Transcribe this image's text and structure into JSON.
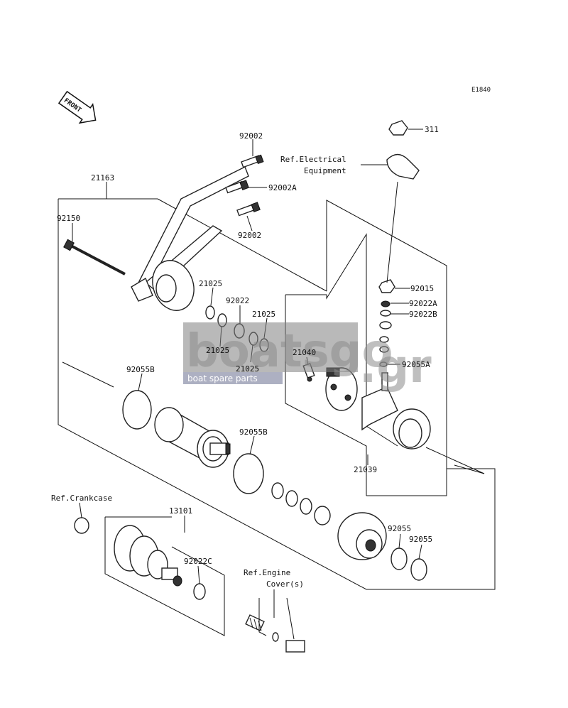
{
  "diagram_code": "E1840",
  "orientation": "FRONT",
  "watermark": {
    "brand": "boatsgo",
    "tagline": "boat spare parts",
    "domain_suffix": ".gr"
  },
  "parts": [
    {
      "id": "p311",
      "label": "311"
    },
    {
      "id": "ref-electrical",
      "label": "Ref.Electrical\nEquipment"
    },
    {
      "id": "p92002-top",
      "label": "92002"
    },
    {
      "id": "p92002A",
      "label": "92002A"
    },
    {
      "id": "p92002-bot",
      "label": "92002"
    },
    {
      "id": "p21163",
      "label": "21163"
    },
    {
      "id": "p92150",
      "label": "92150"
    },
    {
      "id": "p21025-a",
      "label": "21025"
    },
    {
      "id": "p92022",
      "label": "92022"
    },
    {
      "id": "p21025-b",
      "label": "21025"
    },
    {
      "id": "p21025-c",
      "label": "21025"
    },
    {
      "id": "p21025-d",
      "label": "21025"
    },
    {
      "id": "p92015",
      "label": "92015"
    },
    {
      "id": "p92022A",
      "label": "92022A"
    },
    {
      "id": "p92022B",
      "label": "92022B"
    },
    {
      "id": "p21040",
      "label": "21040"
    },
    {
      "id": "p92055A",
      "label": "92055A"
    },
    {
      "id": "p92055B-a",
      "label": "92055B"
    },
    {
      "id": "p92055B-b",
      "label": "92055B"
    },
    {
      "id": "p21039",
      "label": "21039"
    },
    {
      "id": "ref-crankcase",
      "label": "Ref.Crankcase"
    },
    {
      "id": "p13101",
      "label": "13101"
    },
    {
      "id": "p92022C",
      "label": "92022C"
    },
    {
      "id": "ref-engine",
      "label": "Ref.Engine\nCover(s)"
    },
    {
      "id": "p92055-a",
      "label": "92055"
    },
    {
      "id": "p92055-b",
      "label": "92055"
    }
  ]
}
